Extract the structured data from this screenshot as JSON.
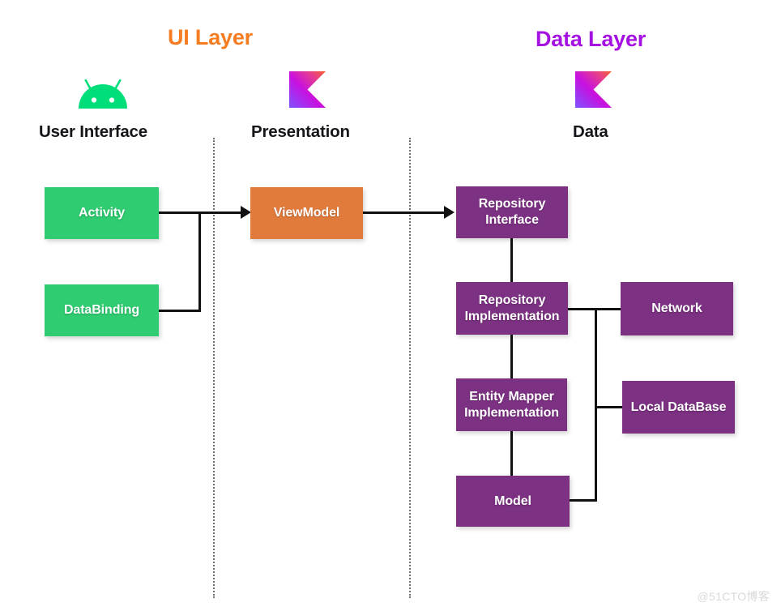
{
  "headers": {
    "ui_layer": "UI Layer",
    "data_layer": "Data Layer",
    "ui_layer_color": "#F57C20",
    "data_layer_color": "#A511E0"
  },
  "columns": [
    {
      "caption": "User Interface",
      "icon": "android-logo"
    },
    {
      "caption": "Presentation",
      "icon": "kotlin-logo"
    },
    {
      "caption": "Data",
      "icon": "kotlin-logo"
    }
  ],
  "nodes": {
    "activity": {
      "label": "Activity",
      "color": "#2FCC71"
    },
    "databinding": {
      "label": "DataBinding",
      "color": "#2FCC71"
    },
    "viewmodel": {
      "label": "ViewModel",
      "color": "#E07B3C"
    },
    "repository_interface": {
      "label": "Repository Interface",
      "color": "#7D3183"
    },
    "repository_implementation": {
      "label": "Repository Implementation",
      "color": "#7D3183"
    },
    "entity_mapper_implementation": {
      "label": "Entity Mapper Implementation",
      "color": "#7D3183"
    },
    "model": {
      "label": "Model",
      "color": "#7D3183"
    },
    "network": {
      "label": "Network",
      "color": "#7D3183"
    },
    "local_database": {
      "label": "Local DataBase",
      "color": "#7D3183"
    }
  },
  "watermark": "@51CTO博客"
}
